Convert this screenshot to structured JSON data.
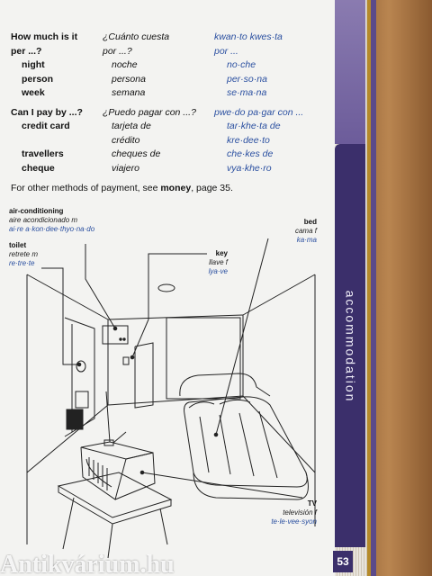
{
  "phrases": [
    {
      "en": "How much is it",
      "es": "¿Cuánto cuesta",
      "pr": "kwan·to kwes·ta",
      "indent": false
    },
    {
      "en": "per ...?",
      "es": "por ...?",
      "pr": "por ...",
      "indent": false
    },
    {
      "en": "night",
      "es": "noche",
      "pr": "no·che",
      "indent": true
    },
    {
      "en": "person",
      "es": "persona",
      "pr": "per·so·na",
      "indent": true
    },
    {
      "en": "week",
      "es": "semana",
      "pr": "se·ma·na",
      "indent": true
    },
    {
      "gap": true
    },
    {
      "en": "Can I pay by ...?",
      "es": "¿Puedo pagar con ...?",
      "pr": "pwe·do pa·gar con ...",
      "indent": false
    },
    {
      "en": "credit card",
      "es": "tarjeta de",
      "pr": "tar·khe·ta de",
      "indent": true
    },
    {
      "en": "",
      "es": "crédito",
      "pr": "kre·dee·to",
      "indent": true
    },
    {
      "en": "travellers",
      "es": "cheques de",
      "pr": "che·kes de",
      "indent": true
    },
    {
      "en": "cheque",
      "es": "viajero",
      "pr": "vya·khe·ro",
      "indent": true
    }
  ],
  "note": {
    "prefix": "For other methods of payment, see ",
    "link": "money",
    "suffix": ", page 35."
  },
  "labels": {
    "aircon": {
      "en": "air-conditioning",
      "es": "aire acondicionado m",
      "pr": "ai·re a·kon·dee·thyo·na·do"
    },
    "toilet": {
      "en": "toilet",
      "es": "retrete m",
      "pr": "re·tre·te"
    },
    "key": {
      "en": "key",
      "es": "llave f",
      "pr": "lya·ve"
    },
    "bed": {
      "en": "bed",
      "es": "cama f",
      "pr": "ka·ma"
    },
    "tv": {
      "en": "TV",
      "es": "televisión f",
      "pr": "te·le·vee·syon"
    }
  },
  "tab": {
    "title": "accommodation",
    "page": "53"
  },
  "watermark": "Antikvárium.hu"
}
